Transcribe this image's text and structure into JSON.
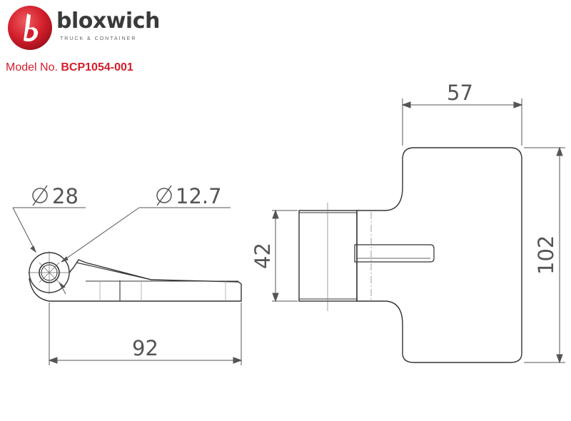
{
  "brand": {
    "name": "bloxwich",
    "tagline": "TRUCK & CONTAINER",
    "logo_letter": "b",
    "red": "#d21e2b"
  },
  "model": {
    "label": "Model No.",
    "number": "BCP1054-001"
  },
  "dimensions": {
    "diameter_outer": "28",
    "diameter_pin": "12.7",
    "length": "92",
    "plate_width": "57",
    "plate_height": "102",
    "barrel_length": "42"
  }
}
